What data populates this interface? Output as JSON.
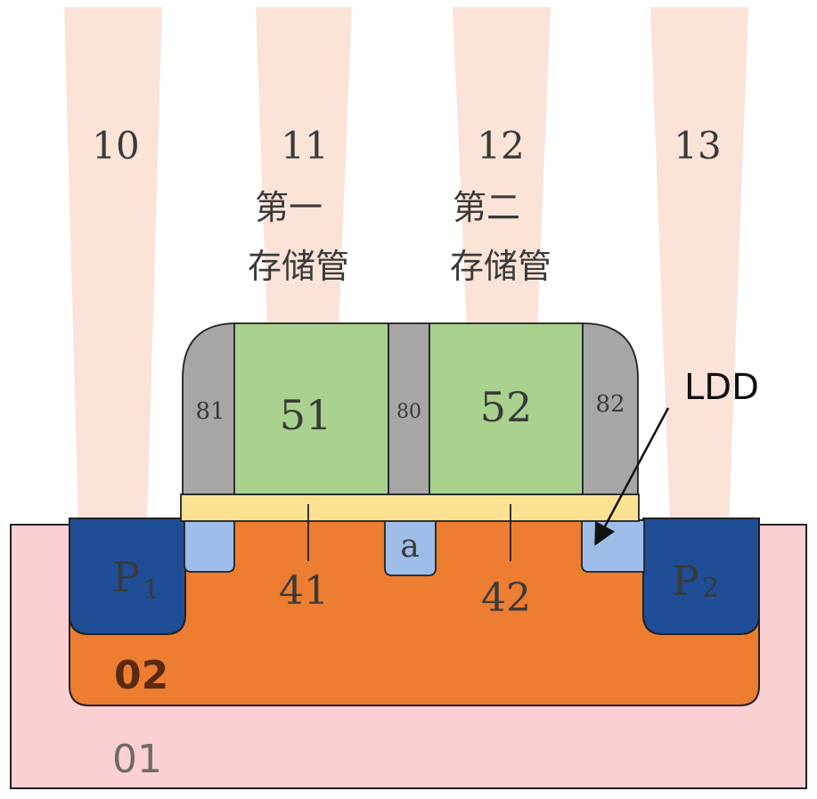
{
  "colors": {
    "beam": "#fbe3d8",
    "substrate": "#fbd0d3",
    "well": "#ed7d31",
    "pregion": "#1f4e96",
    "ldd": "#9dbde8",
    "oxide": "#fde293",
    "gate": "#a9d18e",
    "spacer": "#a6a6a6"
  },
  "beams": [
    "10",
    "11",
    "12",
    "13"
  ],
  "tubes": {
    "first": {
      "line1": "第一",
      "line2": "存储管"
    },
    "second": {
      "line1": "第二",
      "line2": "存储管"
    }
  },
  "gates": {
    "g51": "51",
    "g52": "52"
  },
  "spacers": {
    "s81": "81",
    "s80": "80",
    "s82": "82"
  },
  "channels": {
    "c41": "41",
    "c42": "42"
  },
  "regions": {
    "p1_main": "P",
    "p1_sub": "1",
    "p2_main": "P",
    "p2_sub": "2",
    "a": "a"
  },
  "layers": {
    "well": "02",
    "substrate": "01"
  },
  "callout": {
    "ldd": "LDD"
  }
}
